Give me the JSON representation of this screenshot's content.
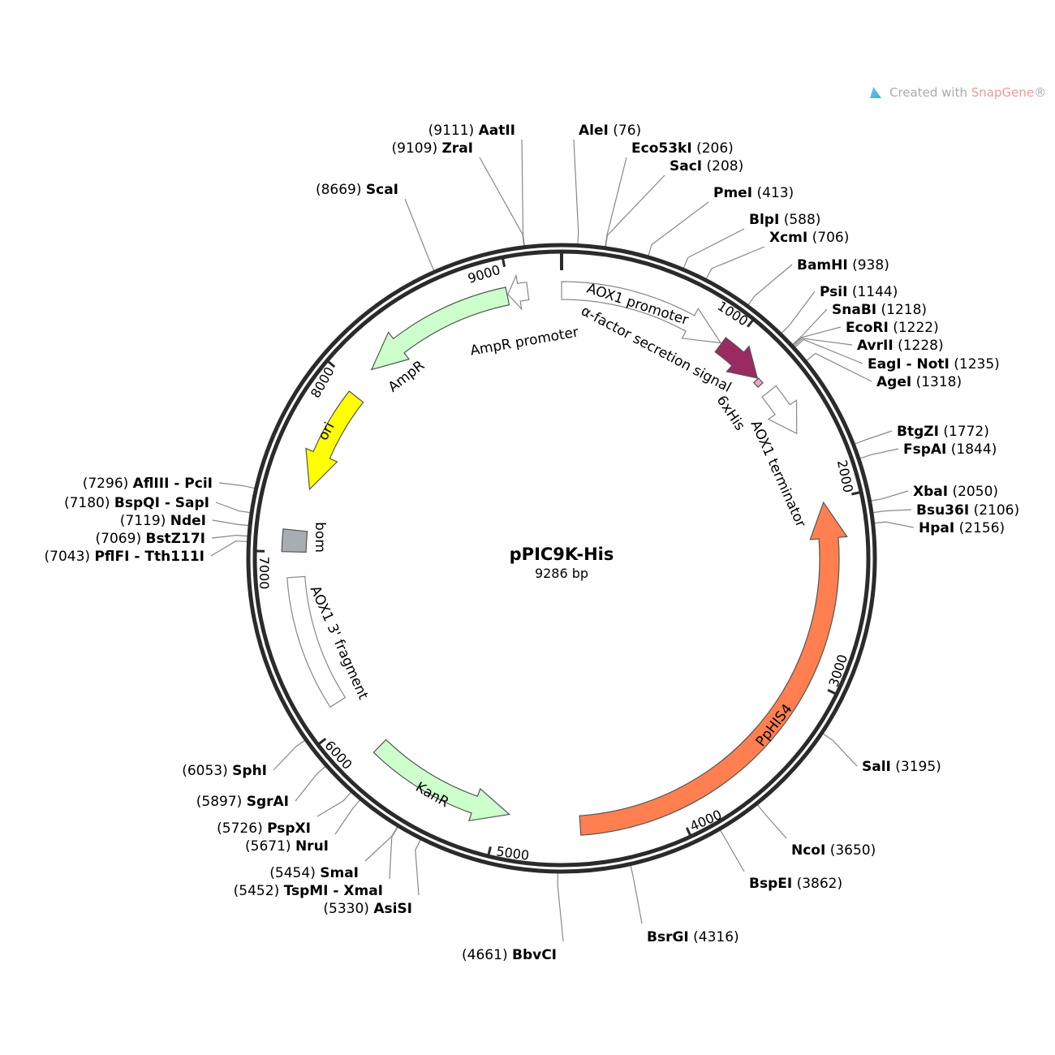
{
  "credit": {
    "prefix": "Created with ",
    "brand": "SnapGene",
    "suffix": "®"
  },
  "plasmid": {
    "name": "pPIC9K-His",
    "size_label": "9286 bp",
    "length": 9286
  },
  "colors": {
    "ring": "#2b2b2b",
    "line": "#888888",
    "ppHIS4": "#ff7f50",
    "green": "#ccffcc",
    "ori": "#ffff00",
    "alpha": "#9b2a63",
    "his": "#e8a9c6",
    "bom": "#a8acb3"
  },
  "ticks": [
    "1000",
    "2000",
    "3000",
    "4000",
    "5000",
    "6000",
    "7000",
    "8000",
    "9000"
  ],
  "features": [
    {
      "label": "AOX1 promoter",
      "start": 0,
      "end": 940,
      "dir": 1,
      "color": "#ffffff"
    },
    {
      "label": "α-factor secretion signal",
      "start": 945,
      "end": 1222,
      "dir": 1,
      "color": "#9b2a63"
    },
    {
      "label": "6xHis",
      "start": 1226,
      "end": 1262,
      "dir": 0,
      "color": "#e8a9c6"
    },
    {
      "label": "AOX1 terminator",
      "start": 1320,
      "end": 1600,
      "dir": 1,
      "color": "#ffffff"
    },
    {
      "label": "PpHIS4",
      "start": 2010,
      "end": 4540,
      "dir": -1,
      "color": "#ff7f50"
    },
    {
      "label": "KanR",
      "start": 4940,
      "end": 5780,
      "dir": -1,
      "color": "#ccffcc"
    },
    {
      "label": "AOX1 3' fragment",
      "start": 6120,
      "end": 6860,
      "dir": 0,
      "color": "#ffffff"
    },
    {
      "label": "bom",
      "start": 7000,
      "end": 7120,
      "dir": 0,
      "color": "#a8acb3"
    },
    {
      "label": "ori",
      "start": 7360,
      "end": 7950,
      "dir": -1,
      "color": "#ffff00"
    },
    {
      "label": "AmpR",
      "start": 8120,
      "end": 8985,
      "dir": -1,
      "color": "#ccffcc"
    },
    {
      "label": "AmpR promoter",
      "start": 8990,
      "end": 9100,
      "dir": -1,
      "color": "#ffffff"
    }
  ],
  "enzymes": [
    {
      "name": "AleI",
      "pos": "(76)",
      "bp": 76
    },
    {
      "name": "Eco53kI",
      "pos": "(206)",
      "bp": 206
    },
    {
      "name": "SacI",
      "pos": "(208)",
      "bp": 208
    },
    {
      "name": "PmeI",
      "pos": "(413)",
      "bp": 413
    },
    {
      "name": "BlpI",
      "pos": "(588)",
      "bp": 588
    },
    {
      "name": "XcmI",
      "pos": "(706)",
      "bp": 706
    },
    {
      "name": "BamHI",
      "pos": "(938)",
      "bp": 938
    },
    {
      "name": "PsiI",
      "pos": "(1144)",
      "bp": 1144
    },
    {
      "name": "SnaBI",
      "pos": "(1218)",
      "bp": 1218
    },
    {
      "name": "EcoRI",
      "pos": "(1222)",
      "bp": 1222
    },
    {
      "name": "AvrII",
      "pos": "(1228)",
      "bp": 1228
    },
    {
      "name": "EagI - NotI",
      "pos": "(1235)",
      "bp": 1235
    },
    {
      "name": "AgeI",
      "pos": "(1318)",
      "bp": 1318
    },
    {
      "name": "BtgZI",
      "pos": "(1772)",
      "bp": 1772
    },
    {
      "name": "FspAI",
      "pos": "(1844)",
      "bp": 1844
    },
    {
      "name": "XbaI",
      "pos": "(2050)",
      "bp": 2050
    },
    {
      "name": "Bsu36I",
      "pos": "(2106)",
      "bp": 2106
    },
    {
      "name": "HpaI",
      "pos": "(2156)",
      "bp": 2156
    },
    {
      "name": "SalI",
      "pos": "(3195)",
      "bp": 3195
    },
    {
      "name": "NcoI",
      "pos": "(3650)",
      "bp": 3650
    },
    {
      "name": "BspEI",
      "pos": "(3862)",
      "bp": 3862
    },
    {
      "name": "BsrGI",
      "pos": "(4316)",
      "bp": 4316
    },
    {
      "name": "BbvCI",
      "pos": "(4661)",
      "bp": 4661
    },
    {
      "name": "AsiSI",
      "pos": "(5330)",
      "bp": 5330
    },
    {
      "name": "TspMI - XmaI",
      "pos": "(5452)",
      "bp": 5452
    },
    {
      "name": "SmaI",
      "pos": "(5454)",
      "bp": 5454
    },
    {
      "name": "NruI",
      "pos": "(5671)",
      "bp": 5671
    },
    {
      "name": "PspXI",
      "pos": "(5726)",
      "bp": 5726
    },
    {
      "name": "SgrAI",
      "pos": "(5897)",
      "bp": 5897
    },
    {
      "name": "SphI",
      "pos": "(6053)",
      "bp": 6053
    },
    {
      "name": "PflFI - Tth111I",
      "pos": "(7043)",
      "bp": 7043
    },
    {
      "name": "BstZ17I",
      "pos": "(7069)",
      "bp": 7069
    },
    {
      "name": "NdeI",
      "pos": "(7119)",
      "bp": 7119
    },
    {
      "name": "BspQI - SapI",
      "pos": "(7180)",
      "bp": 7180
    },
    {
      "name": "AflIII - PciI",
      "pos": "(7296)",
      "bp": 7296
    },
    {
      "name": "ScaI",
      "pos": "(8669)",
      "bp": 8669
    },
    {
      "name": "ZraI",
      "pos": "(9109)",
      "bp": 9109
    },
    {
      "name": "AatII",
      "pos": "(9111)",
      "bp": 9111
    }
  ]
}
